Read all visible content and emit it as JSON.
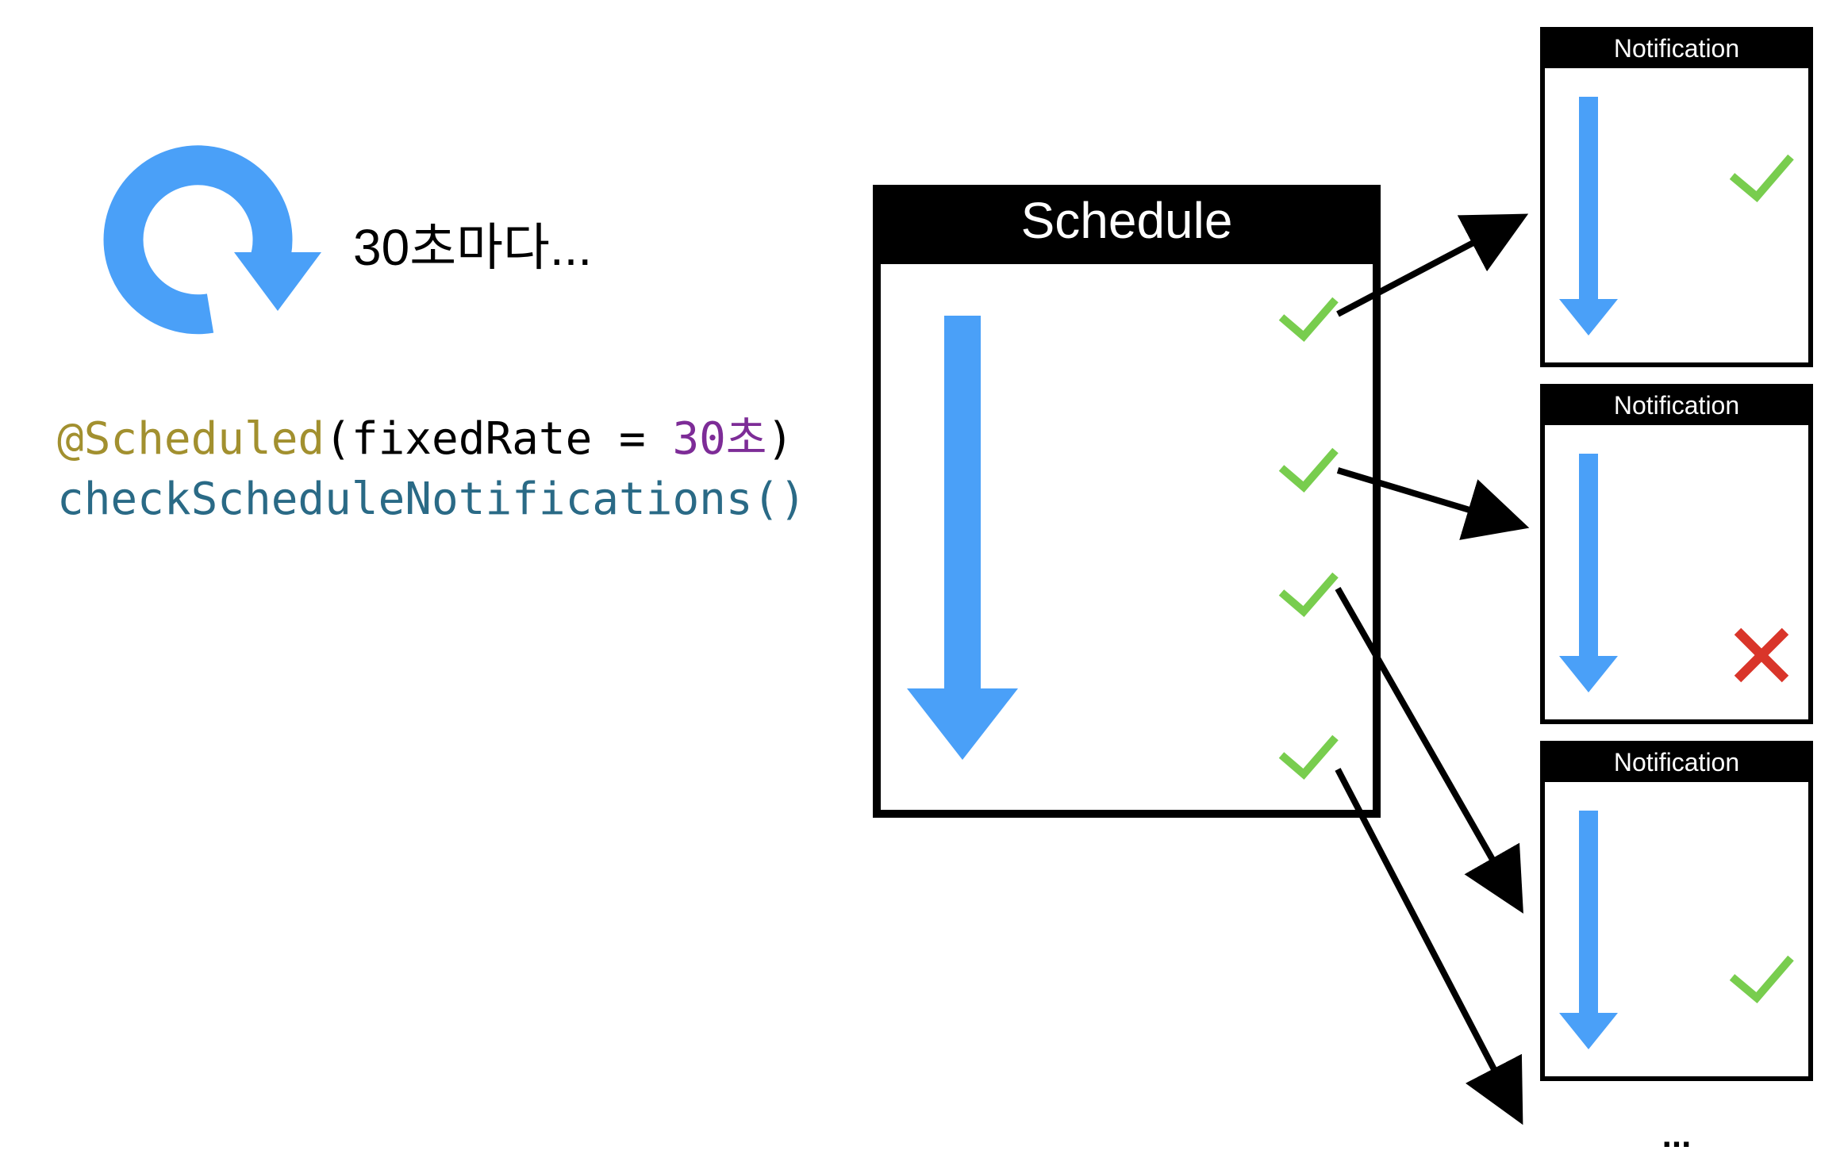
{
  "caption": "30초마다...",
  "code": {
    "annotation": "@Scheduled",
    "open_paren": "(",
    "param": "fixedRate = ",
    "value": "30초",
    "close_paren": ")",
    "method_call": "checkScheduleNotifications()"
  },
  "schedule_box": {
    "title": "Schedule",
    "check_count": 4
  },
  "notifications": [
    {
      "title": "Notification",
      "status": "success",
      "status_icon": "check-icon"
    },
    {
      "title": "Notification",
      "status": "failure",
      "status_icon": "cross-icon"
    },
    {
      "title": "Notification",
      "status": "success",
      "status_icon": "check-icon"
    }
  ],
  "more_label": "...",
  "colors": {
    "flow_arrow": "#4aa0f8",
    "check": "#78cd4e",
    "cross": "#d9352a",
    "box_border": "#000000",
    "code_annotation": "#a2902f",
    "code_method": "#2a6a86",
    "code_number": "#7d2c97"
  }
}
